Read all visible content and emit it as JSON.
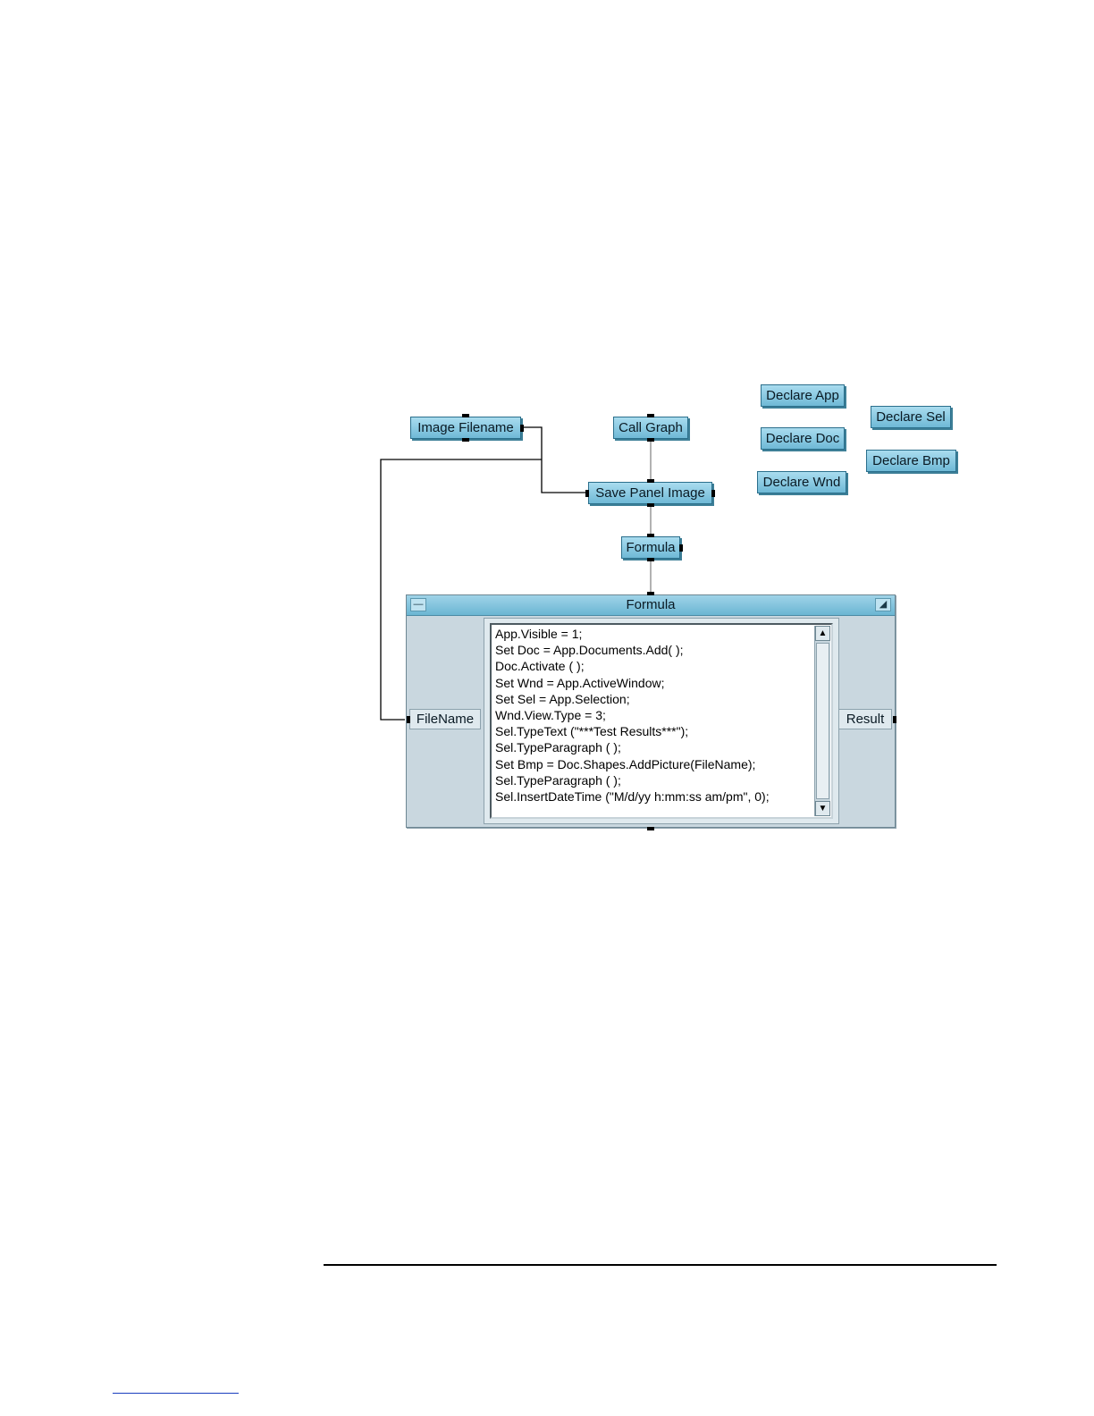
{
  "objects": {
    "image_filename": "Image Filename",
    "call_graph": "Call Graph",
    "save_panel_image": "Save Panel Image",
    "formula_small": "Formula",
    "declare_app": "Declare App",
    "declare_doc": "Declare Doc",
    "declare_wnd": "Declare Wnd",
    "declare_sel": "Declare Sel",
    "declare_bmp": "Declare Bmp"
  },
  "formula_panel": {
    "title": "Formula",
    "input_terminal": "FileName",
    "output_terminal": "Result",
    "code": [
      "App.Visible = 1;",
      "Set Doc = App.Documents.Add( );",
      "Doc.Activate ( );",
      "Set Wnd = App.ActiveWindow;",
      "Set Sel = App.Selection;",
      "Wnd.View.Type = 3;",
      "Sel.TypeText (\"***Test Results***\");",
      "Sel.TypeParagraph ( );",
      "Set Bmp = Doc.Shapes.AddPicture(FileName);",
      "Sel.TypeParagraph ( );",
      "Sel.InsertDateTime (\"M/d/yy h:mm:ss am/pm\", 0);"
    ]
  },
  "icons": {
    "minimize": "minimize-icon",
    "maximize": "maximize-icon",
    "scroll_up": "arrow-up-icon",
    "scroll_down": "arrow-down-icon"
  },
  "colors": {
    "object_fill": "#8ccbe3",
    "object_border": "#2b6f8c",
    "panel_fill": "#c9d7df"
  }
}
